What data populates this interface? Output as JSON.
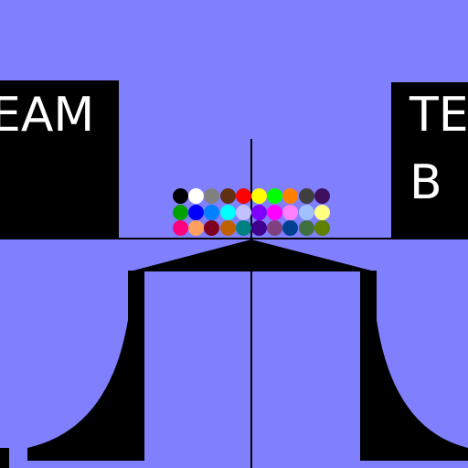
{
  "team_a": {
    "label": "TEAM A",
    "visible_text": "EAM"
  },
  "team_b": {
    "line1": "TE",
    "line2": "B"
  },
  "palette": {
    "rows": [
      [
        "#000000",
        "#ffffff",
        "#808080",
        "#603010",
        "#ff0000",
        "#ffff00",
        "#00ff00",
        "#ff8000",
        "#404040",
        "#401060"
      ],
      [
        "#00a000",
        "#0000ff",
        "#0080ff",
        "#00ffff",
        "#c0c0ff",
        "#8000ff",
        "#ff00ff",
        "#ff80ff",
        "#a0c0ff",
        "#ffff80"
      ],
      [
        "#ff0080",
        "#ffa060",
        "#800020",
        "#c06000",
        "#008080",
        "#400090",
        "#804080",
        "#004090",
        "#407040",
        "#608000"
      ]
    ]
  },
  "colors": {
    "background": "#8080ff",
    "ink": "#000000",
    "text": "#ffffff"
  }
}
